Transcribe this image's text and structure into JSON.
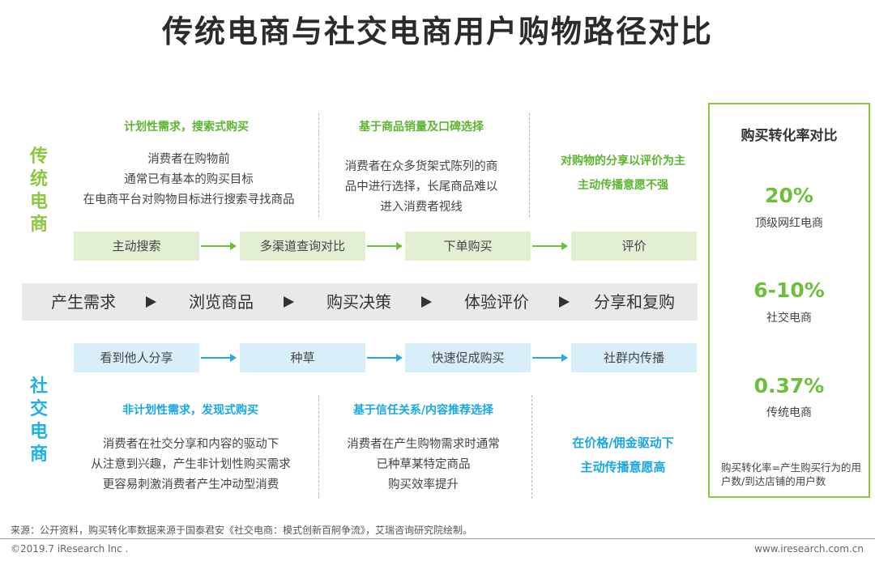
{
  "title": "传统电商与社交电商用户购物路径对比",
  "traditional": {
    "side_label": [
      "传",
      "统",
      "电",
      "商"
    ],
    "columns": [
      {
        "heading": "计划性需求，搜索式购买",
        "desc": [
          "消费者在购物前",
          "通常已有基本的购买目标",
          "在电商平台对购物目标进行搜索寻找商品"
        ]
      },
      {
        "heading": "基于商品销量及口碑选择",
        "desc": [
          "消费者在众多货架式陈列的商",
          "品中进行选择，长尾商品难以",
          "进入消费者视线"
        ]
      },
      {
        "heading_lines": [
          "对购物的分享以评价为主",
          "主动传播意愿不强"
        ]
      }
    ],
    "steps": [
      "主动搜索",
      "多渠道查询对比",
      "下单购买",
      "评价"
    ]
  },
  "stages": [
    "产生需求",
    "浏览商品",
    "购买决策",
    "体验评价",
    "分享和复购"
  ],
  "social": {
    "side_label": [
      "社",
      "交",
      "电",
      "商"
    ],
    "steps": [
      "看到他人分享",
      "种草",
      "快速促成购买",
      "社群内传播"
    ],
    "columns": [
      {
        "heading": "非计划性需求，发现式购买",
        "desc": [
          "消费者在社交分享和内容的驱动下",
          "从注意到兴趣，产生非计划性购买需求",
          "更容易刺激消费者产生冲动型消费"
        ]
      },
      {
        "heading": "基于信任关系/内容推荐选择",
        "desc": [
          "消费者在产生购物需求时通常",
          "已种草某特定商品",
          "购买效率提升"
        ]
      },
      {
        "heading_lines": [
          "在价格/佣金驱动下",
          "主动传播意愿高"
        ]
      }
    ]
  },
  "conversion": {
    "title": "购买转化率对比",
    "items": [
      {
        "rate": "20%",
        "label": "顶级网红电商"
      },
      {
        "rate": "6-10%",
        "label": "社交电商"
      },
      {
        "rate": "0.37%",
        "label": "传统电商"
      }
    ],
    "note": "购买转化率=产生购买行为的用户数/到达店铺的用户数"
  },
  "footer": {
    "source": "来源：公开资料，购买转化率数据来源于国泰君安《社交电商：模式创新百舸争流》，艾瑞咨询研究院绘制。",
    "copyright": "©2019.7 iResearch Inc .",
    "website": "www.iresearch.com.cn"
  },
  "colors": {
    "green": "#8dc63f",
    "blue": "#1fb1e6",
    "green_box": "#e2efd3",
    "blue_box": "#d8eef9",
    "stage_bar": "#e9e9e9"
  }
}
